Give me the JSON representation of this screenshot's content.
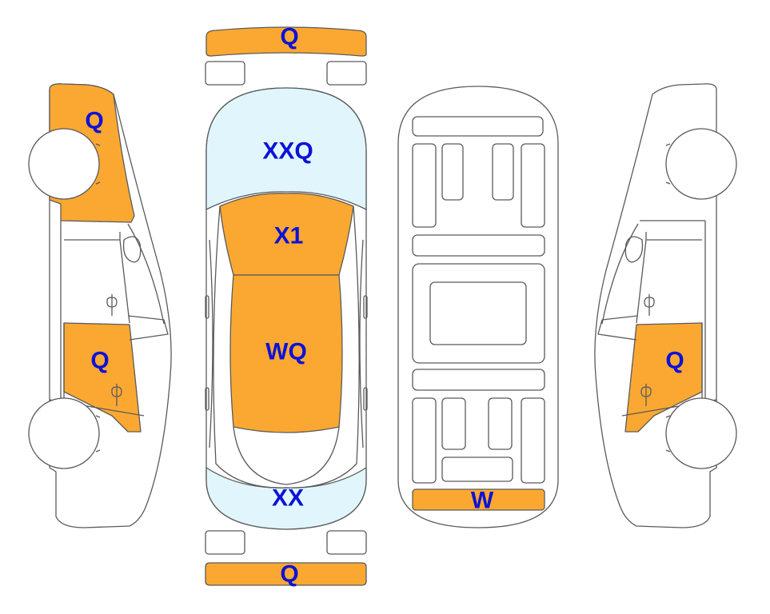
{
  "colors": {
    "damaged_fill": "#FBA832",
    "glass_fill": "#E0F6FC",
    "outline": "#5a5a5a",
    "label_color": "#0C12D6"
  },
  "labels": {
    "front_bumper": "Q",
    "rear_bumper": "Q",
    "windshield": "XXQ",
    "hood": "X1",
    "roof": "WQ",
    "rear_window": "XX",
    "underbody_rear": "W",
    "left_front_fender": "Q",
    "left_rear_door": "Q",
    "right_rear_door": "Q"
  }
}
